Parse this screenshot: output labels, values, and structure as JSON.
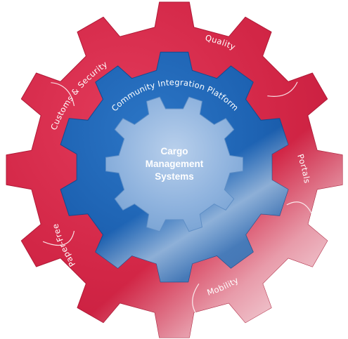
{
  "outer_ring": {
    "segments": [
      {
        "label": "Quality"
      },
      {
        "label": "Customs & Security"
      },
      {
        "label": "Portals"
      },
      {
        "label": "Mobility"
      },
      {
        "label": "Paper-Free"
      }
    ],
    "color": "#d42a4b"
  },
  "middle_ring": {
    "label": "Community Integration Platform",
    "color": "#1f63b3"
  },
  "core": {
    "lines": [
      "Cargo",
      "Management",
      "Systems"
    ],
    "color": "#86aedb"
  }
}
